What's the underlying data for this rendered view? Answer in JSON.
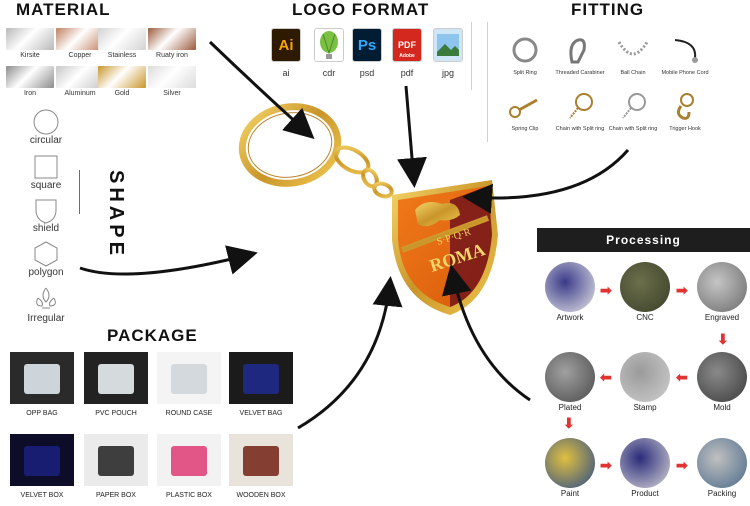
{
  "material": {
    "title": "MATERIAL",
    "items": [
      {
        "label": "Kirsite",
        "color": "#b9b9b9"
      },
      {
        "label": "Copper",
        "color": "#c08060"
      },
      {
        "label": "Stainless",
        "color": "#d2d2d2"
      },
      {
        "label": "Ruaty iron",
        "color": "#9a5a3a"
      },
      {
        "label": "Iron",
        "color": "#8c8c8c"
      },
      {
        "label": "Aluminum",
        "color": "#c7c7c7"
      },
      {
        "label": "Gold",
        "color": "#c9952a"
      },
      {
        "label": "Silver",
        "color": "#dcdcdc"
      }
    ]
  },
  "logo_format": {
    "title": "LOGO FORMAT",
    "items": [
      {
        "label": "ai",
        "glyph": "Ai",
        "color": "#f7a500",
        "bg": "#2e1a00",
        "icon": "illustrator-icon"
      },
      {
        "label": "cdr",
        "glyph": "",
        "color": "#7ac143",
        "bg": "#ffffff",
        "icon": "coreldraw-icon"
      },
      {
        "label": "psd",
        "glyph": "Ps",
        "color": "#31a8ff",
        "bg": "#001d34",
        "icon": "photoshop-icon"
      },
      {
        "label": "pdf",
        "glyph": "PDF",
        "color": "#ffffff",
        "bg": "#d4281e",
        "icon": "pdf-icon",
        "sub": "Adobe"
      },
      {
        "label": "jpg",
        "glyph": "",
        "color": "#4a90d9",
        "bg": "#cfe6f7",
        "icon": "image-icon"
      }
    ]
  },
  "fitting": {
    "title": "FITTING",
    "items": [
      {
        "label": "Split Ring",
        "icon": "split-ring-icon"
      },
      {
        "label": "Threaded Carabiner",
        "icon": "carabiner-icon"
      },
      {
        "label": "Ball Chain",
        "icon": "ball-chain-icon"
      },
      {
        "label": "Mobile Phone Cord",
        "icon": "phone-cord-icon"
      },
      {
        "label": "Spring Clip",
        "icon": "spring-clip-icon"
      },
      {
        "label": "Chain with Split ring",
        "icon": "chain-split-ring-icon"
      },
      {
        "label": "Chain with Split ring",
        "icon": "chain-split-ring-icon"
      },
      {
        "label": "Trigger Hook",
        "icon": "trigger-hook-icon"
      }
    ]
  },
  "shape": {
    "title": "SHAPE",
    "items": [
      {
        "label": "circular",
        "icon": "circle-shape-icon"
      },
      {
        "label": "square",
        "icon": "square-shape-icon"
      },
      {
        "label": "shield",
        "icon": "shield-shape-icon"
      },
      {
        "label": "polygon",
        "icon": "hexagon-shape-icon"
      },
      {
        "label": "Irregular",
        "icon": "fleur-shape-icon"
      }
    ]
  },
  "package": {
    "title": "PACKAGE",
    "items": [
      {
        "label": "OPP BAG",
        "bg": "#2a2a2a",
        "fg": "#dfe8ee"
      },
      {
        "label": "PVC POUCH",
        "bg": "#222222",
        "fg": "#e9eef2"
      },
      {
        "label": "ROUND CASE",
        "bg": "#f4f4f4",
        "fg": "#d0d6da"
      },
      {
        "label": "VELVET BAG",
        "bg": "#1b1b1b",
        "fg": "#1f2a8a"
      },
      {
        "label": "VELVET BOX",
        "bg": "#0d0d2a",
        "fg": "#1a1f7a"
      },
      {
        "label": "PAPER BOX",
        "bg": "#ebebeb",
        "fg": "#2b2b2b"
      },
      {
        "label": "PLASTIC BOX",
        "bg": "#f2f2f2",
        "fg": "#e0457b"
      },
      {
        "label": "WOODEN BOX",
        "bg": "#e8e4dc",
        "fg": "#7a2b1f"
      }
    ]
  },
  "product": {
    "top_text": "S·P·Q·R",
    "main_text": "ROMA"
  },
  "processing": {
    "title": "Processing",
    "steps": [
      {
        "label": "Artwork",
        "bg": "#e8e8e8",
        "fg": "#3a3a8a"
      },
      {
        "label": "CNC",
        "bg": "#3b3f2a",
        "fg": "#6b6f4a"
      },
      {
        "label": "Engraved",
        "bg": "#6a6a6a",
        "fg": "#c5c5c5"
      },
      {
        "label": "Plated",
        "bg": "#4a4a4a",
        "fg": "#a0a0a0"
      },
      {
        "label": "Stamp",
        "bg": "#cfcfcf",
        "fg": "#9a9a9a"
      },
      {
        "label": "Mold",
        "bg": "#3a3a3a",
        "fg": "#8a8a8a"
      },
      {
        "label": "Paint",
        "bg": "#2a4a8a",
        "fg": "#e0c040"
      },
      {
        "label": "Product",
        "bg": "#d8d8d8",
        "fg": "#2a2a7a"
      },
      {
        "label": "Packing",
        "bg": "#4a6a8a",
        "fg": "#c0c0c0"
      }
    ],
    "arrow_color": "#e23333"
  }
}
